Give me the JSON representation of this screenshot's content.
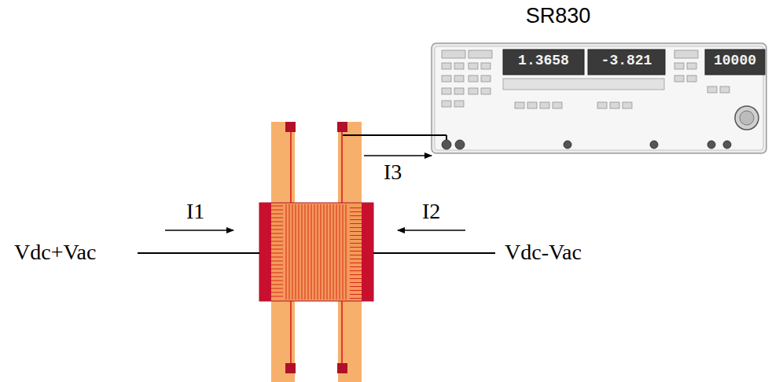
{
  "diagram": {
    "nodes": [
      {
        "text": [
          "SR830",
          "1.3658",
          "-3.821",
          "10000"
        ]
      }
    ],
    "labels": [
      "I1",
      "I2",
      "I3",
      "Vdc+Vac",
      "Vdc-Vac"
    ]
  }
}
